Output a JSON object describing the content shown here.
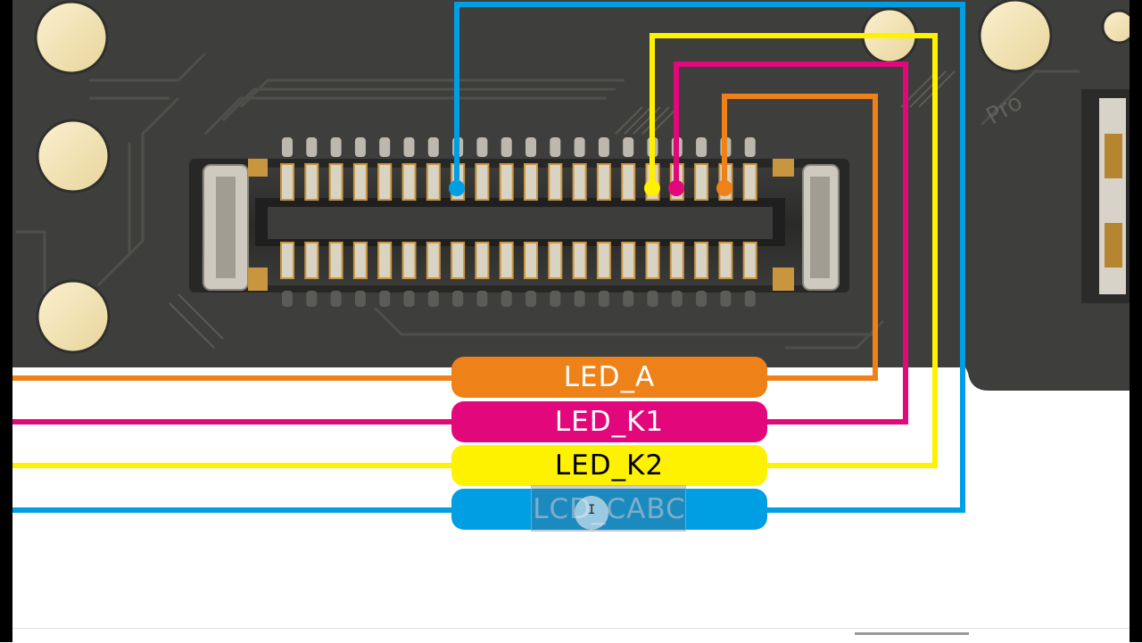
{
  "diagram": {
    "signals": [
      {
        "label": "LED_A",
        "color": "#ee8218",
        "text_color": "#ffffff"
      },
      {
        "label": "LED_K1",
        "color": "#e2087b",
        "text_color": "#ffffff"
      },
      {
        "label": "LED_K2",
        "color": "#fff200",
        "text_color": "#000000"
      },
      {
        "label": "LCD_CABC",
        "color": "#009fe3",
        "text_color": "#ffffff"
      }
    ],
    "watermark": "Pro"
  },
  "colors": {
    "board": "#3e3f3c",
    "pad_gold": "#f4e5b8",
    "connector_body": "#2c2c2b",
    "pin_gold": "#c9963f"
  }
}
